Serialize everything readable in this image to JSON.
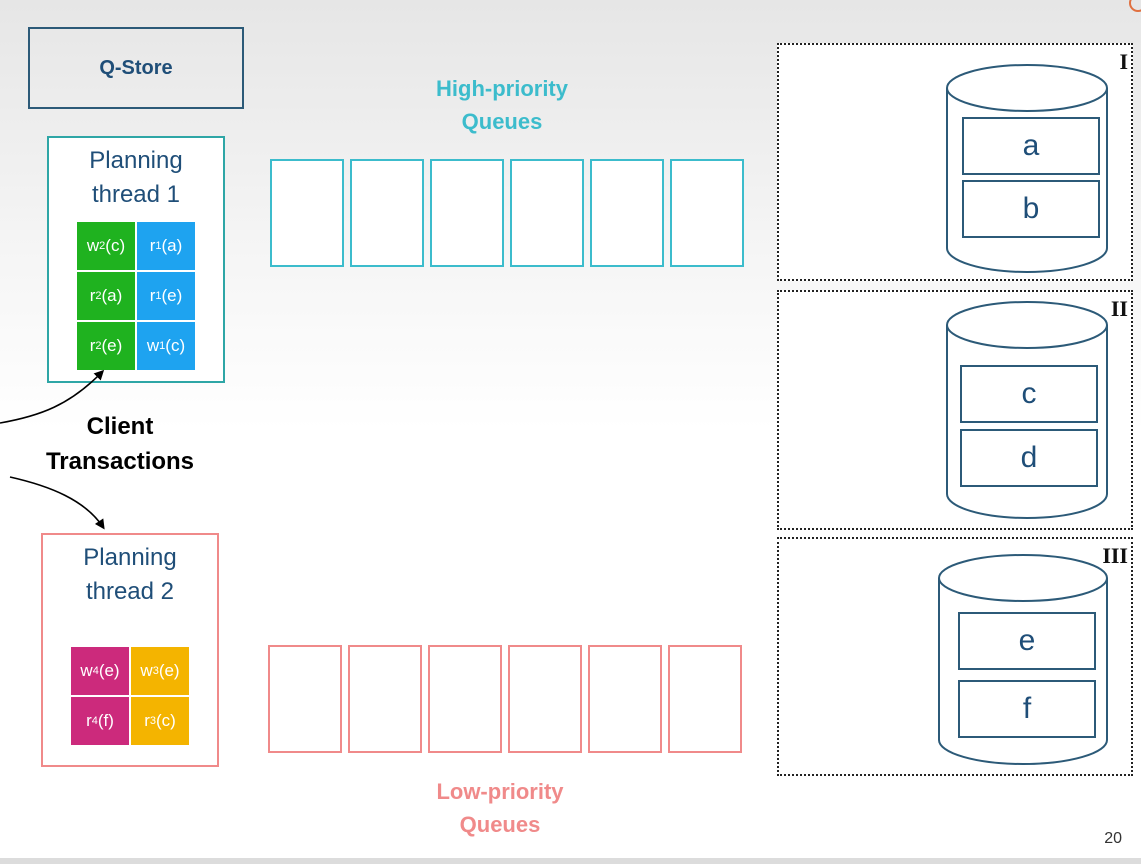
{
  "q_store": {
    "label": "Q-Store"
  },
  "planning_threads": [
    {
      "title": "Planning\nthread 1",
      "ops": [
        {
          "base": "w",
          "sub": "2",
          "arg": "(c)",
          "color": "green"
        },
        {
          "base": "r",
          "sub": "1",
          "arg": "(a)",
          "color": "blue"
        },
        {
          "base": "r",
          "sub": "2",
          "arg": "(a)",
          "color": "green"
        },
        {
          "base": "r",
          "sub": "1",
          "arg": "(e)",
          "color": "blue"
        },
        {
          "base": "r",
          "sub": "2",
          "arg": "(e)",
          "color": "green"
        },
        {
          "base": "w",
          "sub": "1",
          "arg": "(c)",
          "color": "blue"
        }
      ]
    },
    {
      "title": "Planning\nthread 2",
      "ops": [
        {
          "base": "w",
          "sub": "4",
          "arg": "(e)",
          "color": "magenta"
        },
        {
          "base": "w",
          "sub": "3",
          "arg": "(e)",
          "color": "yellow"
        },
        {
          "base": "r",
          "sub": "4",
          "arg": "(f)",
          "color": "magenta"
        },
        {
          "base": "r",
          "sub": "3",
          "arg": "(c)",
          "color": "yellow"
        }
      ]
    }
  ],
  "client_transactions": {
    "line1": "Client",
    "line2": "Transactions"
  },
  "high_priority": {
    "line1": "High-priority",
    "line2": "Queues",
    "slot_count": 6
  },
  "low_priority": {
    "line1": "Low-priority",
    "line2": "Queues",
    "slot_count": 6
  },
  "partitions": [
    {
      "label": "I",
      "records": [
        "a",
        "b"
      ]
    },
    {
      "label": "II",
      "records": [
        "c",
        "d"
      ]
    },
    {
      "label": "III",
      "records": [
        "e",
        "f"
      ]
    }
  ],
  "page_number": "20",
  "colors": {
    "green": "#1fb21f",
    "blue": "#1ea3f0",
    "magenta": "#cc2a7c",
    "yellow": "#f4b400",
    "teal": "#3cbccc",
    "salmon": "#f08a8a",
    "navy": "#1f4e78"
  }
}
